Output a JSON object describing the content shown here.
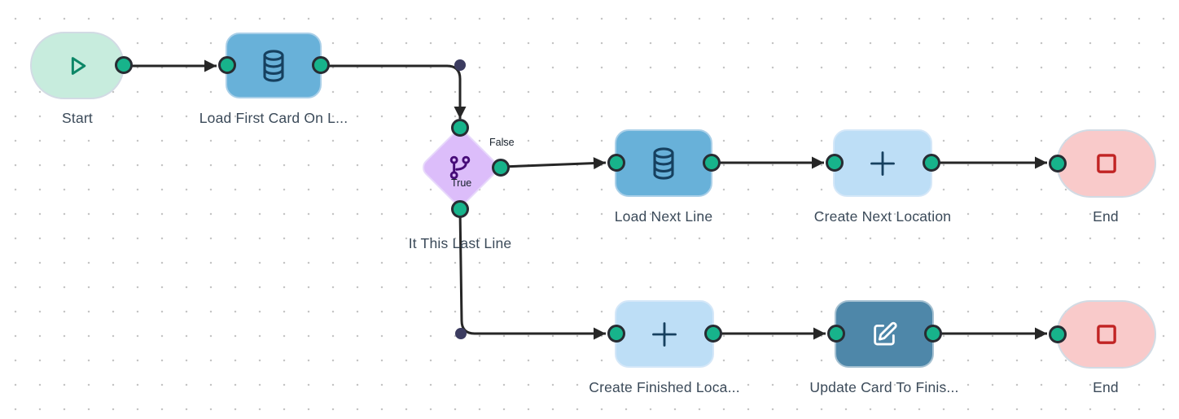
{
  "canvas": {
    "kind": "workflow-editor-canvas",
    "grid": "dotted-30px"
  },
  "nodes": [
    {
      "id": "start",
      "type": "start",
      "label": "Start",
      "icon": "play-icon"
    },
    {
      "id": "load-first-card-on-line",
      "type": "database",
      "label": "Load First Card On L...",
      "icon": "database-icon"
    },
    {
      "id": "it-this-last-line",
      "type": "decision",
      "label": "It This Last Line",
      "icon": "branch-icon",
      "branch_false_label": "False",
      "branch_true_label": "True"
    },
    {
      "id": "load-next-line",
      "type": "database",
      "label": "Load Next Line",
      "icon": "database-icon"
    },
    {
      "id": "create-next-location",
      "type": "create",
      "label": "Create Next Location",
      "icon": "plus-icon"
    },
    {
      "id": "end-top",
      "type": "end",
      "label": "End",
      "icon": "stop-icon"
    },
    {
      "id": "create-finished-location",
      "type": "create",
      "label": "Create Finished Loca...",
      "icon": "plus-icon"
    },
    {
      "id": "update-card-to-finished",
      "type": "update",
      "label": "Update Card To Finis...",
      "icon": "edit-icon"
    },
    {
      "id": "end-bottom",
      "type": "end",
      "label": "End",
      "icon": "stop-icon"
    }
  ],
  "edges": [
    {
      "from": "start",
      "to": "load-first-card-on-line"
    },
    {
      "from": "load-first-card-on-line",
      "to": "it-this-last-line"
    },
    {
      "from": "it-this-last-line",
      "to": "load-next-line",
      "branch": "False"
    },
    {
      "from": "load-next-line",
      "to": "create-next-location"
    },
    {
      "from": "create-next-location",
      "to": "end-top"
    },
    {
      "from": "it-this-last-line",
      "to": "create-finished-location",
      "branch": "True"
    },
    {
      "from": "create-finished-location",
      "to": "update-card-to-finished"
    },
    {
      "from": "update-card-to-finished",
      "to": "end-bottom"
    }
  ],
  "colors": {
    "canvas_bg": "#ffffff",
    "grid_dot": "#c5c5c5",
    "edge": "#262626",
    "waypoint_dot": "#3c3c60",
    "port_fill": "#17b38b",
    "port_ring": "#282c33",
    "node_border": "#d2dbe4",
    "start_fill": "#c7ecdd",
    "start_icon": "#0d8767",
    "database_fill": "#68b1d9",
    "database_icon": "#16405f",
    "create_fill": "#bddef6",
    "create_icon": "#16405f",
    "update_fill": "#4e87a9",
    "update_icon": "#ffffff",
    "end_fill": "#f9caca",
    "end_icon": "#c12424",
    "decision_fill": "#dcbdfa",
    "decision_icon": "#470c78",
    "label_color": "#3b4a59"
  }
}
